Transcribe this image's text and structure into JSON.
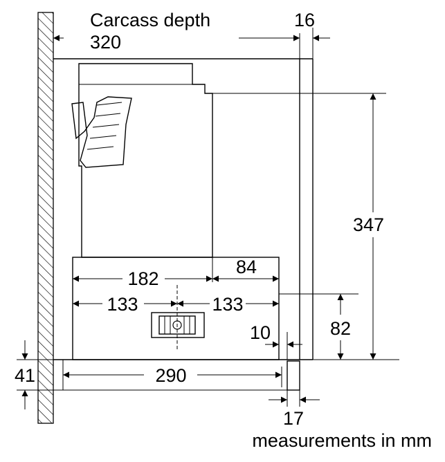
{
  "labels": {
    "carcass_depth_title": "Carcass depth",
    "carcass_depth_value": "320",
    "panel_thickness": "16",
    "height_total": "347",
    "width_front": "182",
    "width_rear": "84",
    "half_left": "133",
    "half_right": "133",
    "rear_offset": "10",
    "rail_height": "82",
    "bottom_offset": "41",
    "bottom_width": "290",
    "front_panel": "17",
    "units_note": "measurements in mm"
  }
}
